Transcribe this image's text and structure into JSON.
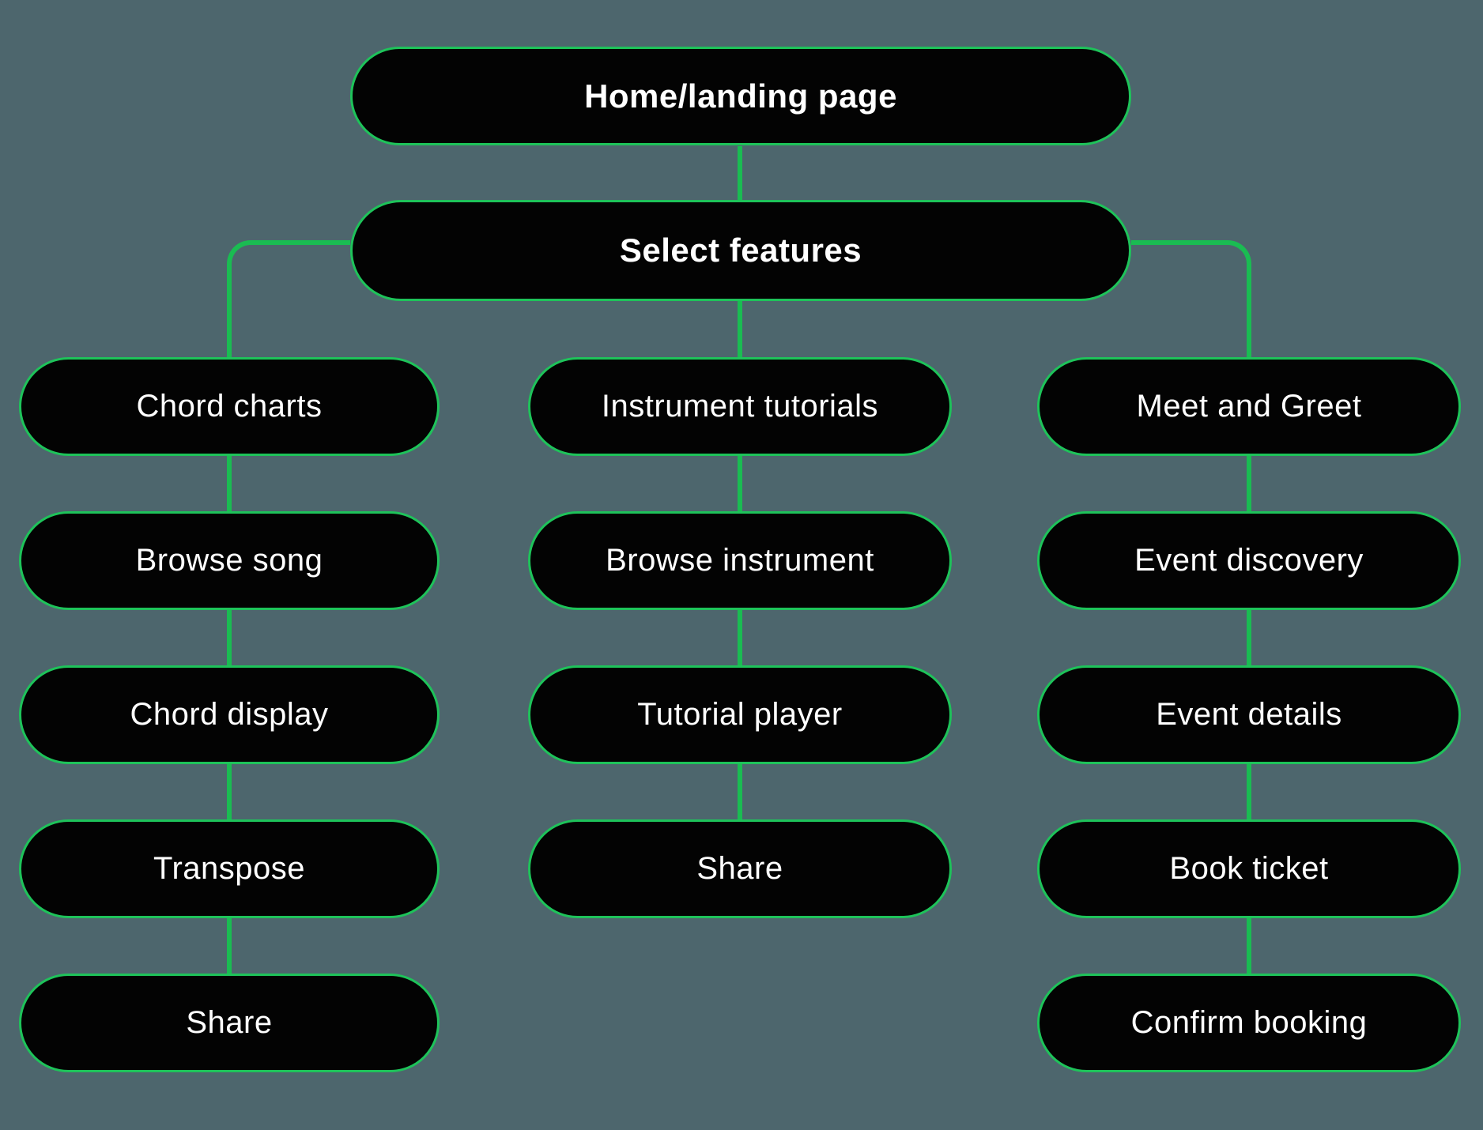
{
  "colors": {
    "background": "#4d666d",
    "node_fill": "#030303",
    "node_border": "#1ec35a",
    "connector": "#1abc52",
    "text": "#ffffff"
  },
  "flowchart": {
    "root": {
      "label": "Home/landing page"
    },
    "selector": {
      "label": "Select features"
    },
    "branches": [
      {
        "id": "chord-charts",
        "steps": [
          {
            "label": "Chord charts"
          },
          {
            "label": "Browse song"
          },
          {
            "label": "Chord display"
          },
          {
            "label": "Transpose"
          },
          {
            "label": "Share"
          }
        ]
      },
      {
        "id": "instrument-tutorials",
        "steps": [
          {
            "label": "Instrument tutorials"
          },
          {
            "label": "Browse instrument"
          },
          {
            "label": "Tutorial player"
          },
          {
            "label": "Share"
          }
        ]
      },
      {
        "id": "meet-and-greet",
        "steps": [
          {
            "label": "Meet and Greet"
          },
          {
            "label": "Event discovery"
          },
          {
            "label": "Event details"
          },
          {
            "label": "Book ticket"
          },
          {
            "label": "Confirm booking"
          }
        ]
      }
    ]
  }
}
